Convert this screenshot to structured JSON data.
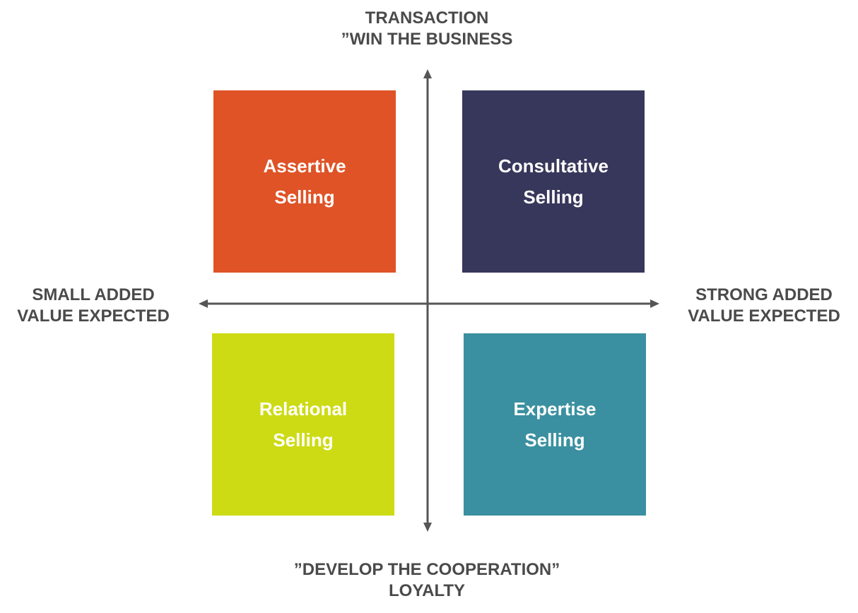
{
  "axes": {
    "top": {
      "line1": "TRANSACTION",
      "line2": "”WIN THE BUSINESS"
    },
    "bottom": {
      "line1": "”DEVELOP THE COOPERATION”",
      "line2": "LOYALTY"
    },
    "left": {
      "line1": "SMALL ADDED",
      "line2": "VALUE EXPECTED"
    },
    "right": {
      "line1": "STRONG ADDED",
      "line2": "VALUE EXPECTED"
    },
    "color": "#555555"
  },
  "quadrants": {
    "assertive": {
      "line1": "Assertive",
      "line2": "Selling",
      "color": "#df5326"
    },
    "consultative": {
      "line1": "Consultative",
      "line2": "Selling",
      "color": "#37375c"
    },
    "relational": {
      "line1": "Relational",
      "line2": "Selling",
      "color": "#cddb14"
    },
    "expertise": {
      "line1": "Expertise",
      "line2": "Selling",
      "color": "#3a90a0"
    }
  }
}
